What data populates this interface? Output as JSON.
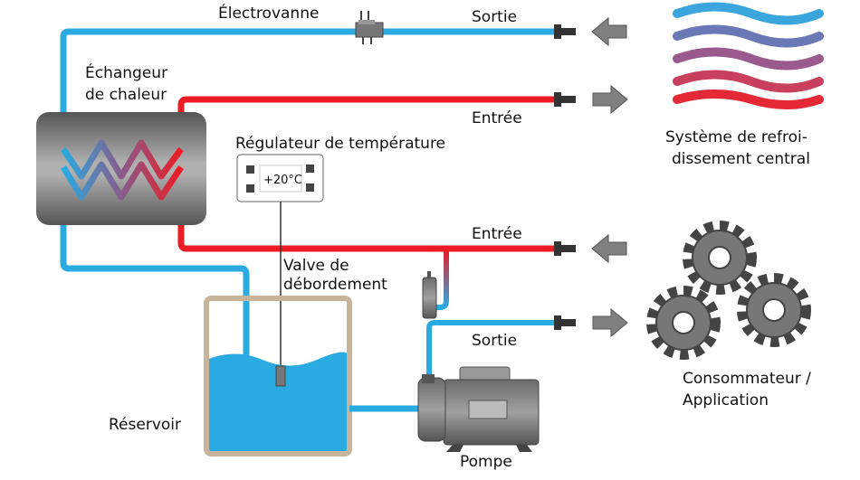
{
  "labels": {
    "solenoid_valve": "Électrovanne",
    "outlet_top": "Sortie",
    "heat_exchanger_line1": "Échangeur",
    "heat_exchanger_line2": "de chaleur",
    "inlet_top": "Entrée",
    "temp_regulator": "Régulateur de température",
    "temp_display": "+20°C",
    "cooling_system_line1": "Système de refroi-",
    "cooling_system_line2": "dissement central",
    "inlet_bottom": "Entrée",
    "overflow_valve_line1": "Valve de",
    "overflow_valve_line2": "débordement",
    "outlet_bottom": "Sortie",
    "consumer_line1": "Consommateur /",
    "consumer_line2": "Application",
    "reservoir": "Réservoir",
    "pump": "Pompe"
  },
  "colors": {
    "cold_pipe": "#29abe2",
    "hot_pipe": "#ed1c24",
    "tank_border": "#c8b49a",
    "connector": "#333333",
    "arrow": "#808080"
  }
}
